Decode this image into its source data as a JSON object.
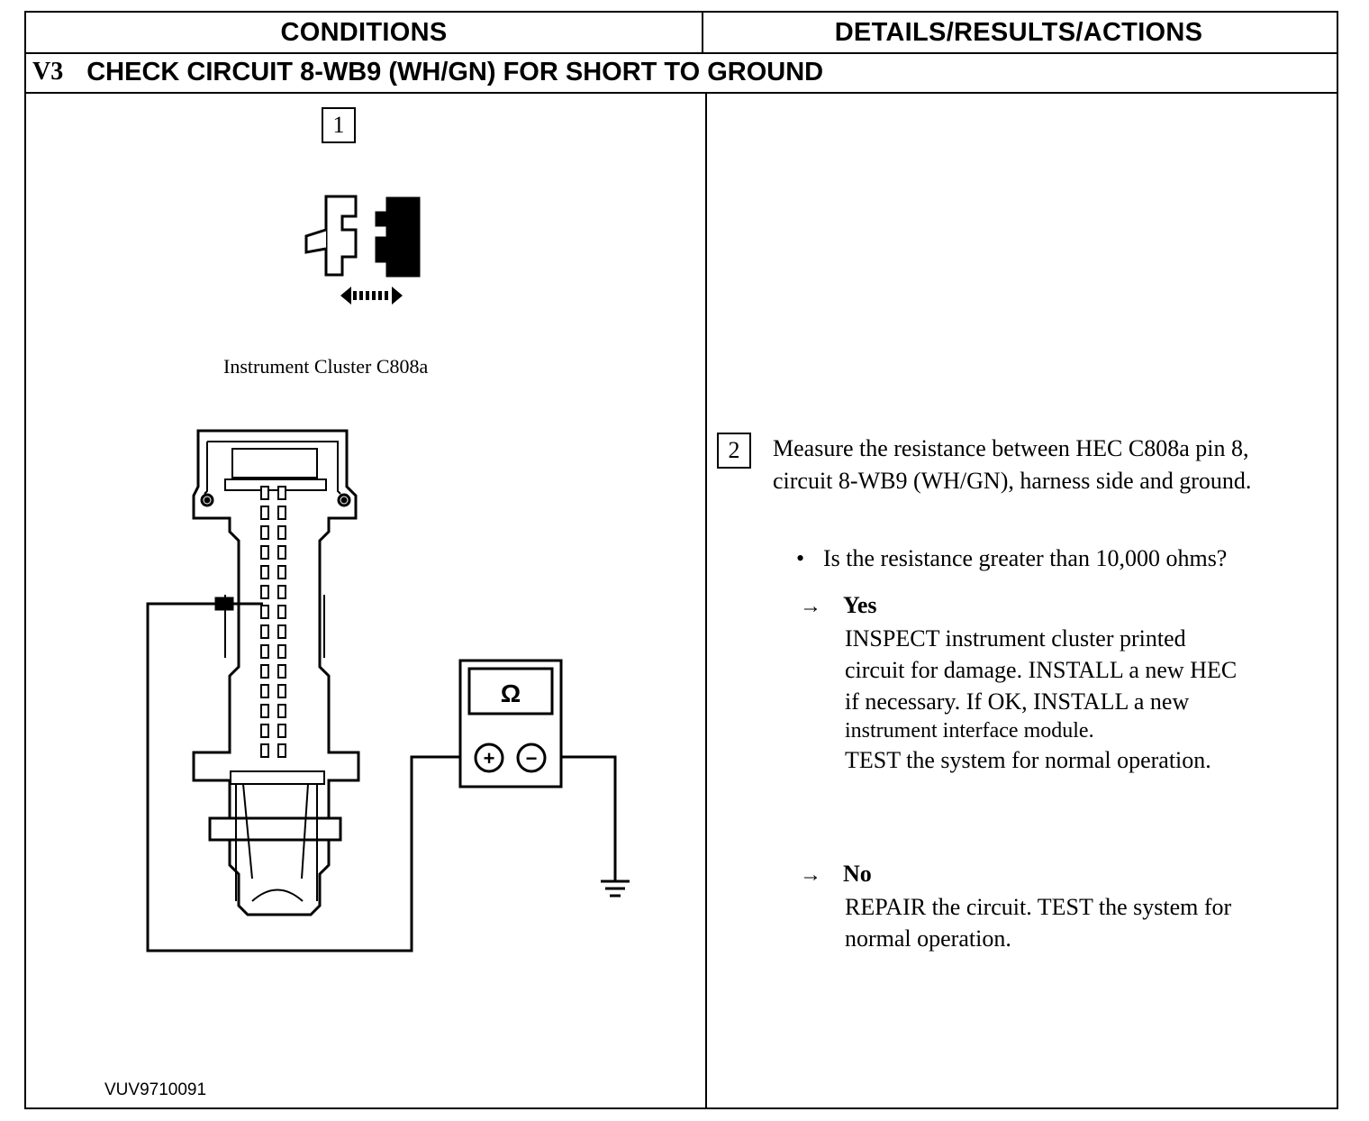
{
  "header": {
    "col1": "CONDITIONS",
    "col2": "DETAILS/RESULTS/ACTIONS"
  },
  "test": {
    "code": "V3",
    "title": "CHECK CIRCUIT 8-WB9 (WH/GN) FOR SHORT TO GROUND"
  },
  "conditions": {
    "step": "1",
    "connector_caption": "Instrument Cluster C808a",
    "meter_symbol": "Ω",
    "plus_symbol": "+",
    "minus_symbol": "−",
    "figure_id": "VUV9710091"
  },
  "details": {
    "step": "2",
    "instruction": "Measure the resistance between HEC C808a pin 8, circuit 8-WB9 (WH/GN), harness side and ground.",
    "question": "Is the resistance greater than 10,000 ohms?",
    "yes": {
      "label": "Yes",
      "lines": [
        "INSPECT instrument cluster printed",
        "circuit for damage. INSTALL a new HEC",
        "if necessary. If OK, INSTALL a new",
        "instrument interface module.",
        "TEST  the system for normal operation."
      ]
    },
    "no": {
      "label": "No",
      "lines": [
        "REPAIR the circuit. TEST the system for",
        "normal operation."
      ]
    }
  }
}
